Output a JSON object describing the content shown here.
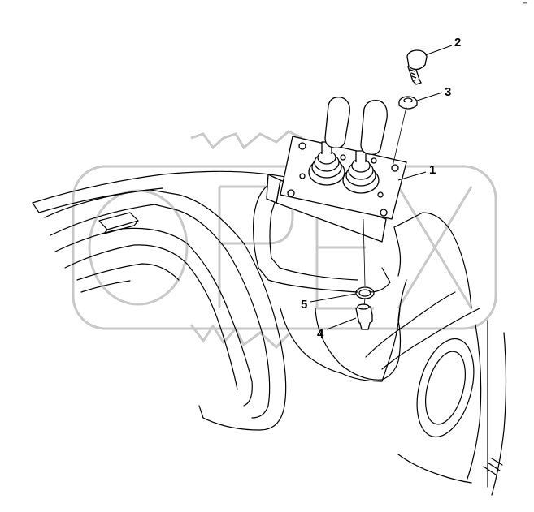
{
  "callouts": [
    {
      "id": "1",
      "label": "1"
    },
    {
      "id": "2",
      "label": "2"
    },
    {
      "id": "3",
      "label": "3"
    },
    {
      "id": "4",
      "label": "4"
    },
    {
      "id": "5",
      "label": "5"
    }
  ],
  "watermark": {
    "text": "OPEX"
  },
  "corner_mark": "⌐",
  "colors": {
    "line": "#000000",
    "watermark": "#c8c8c8",
    "background": "#ffffff"
  }
}
